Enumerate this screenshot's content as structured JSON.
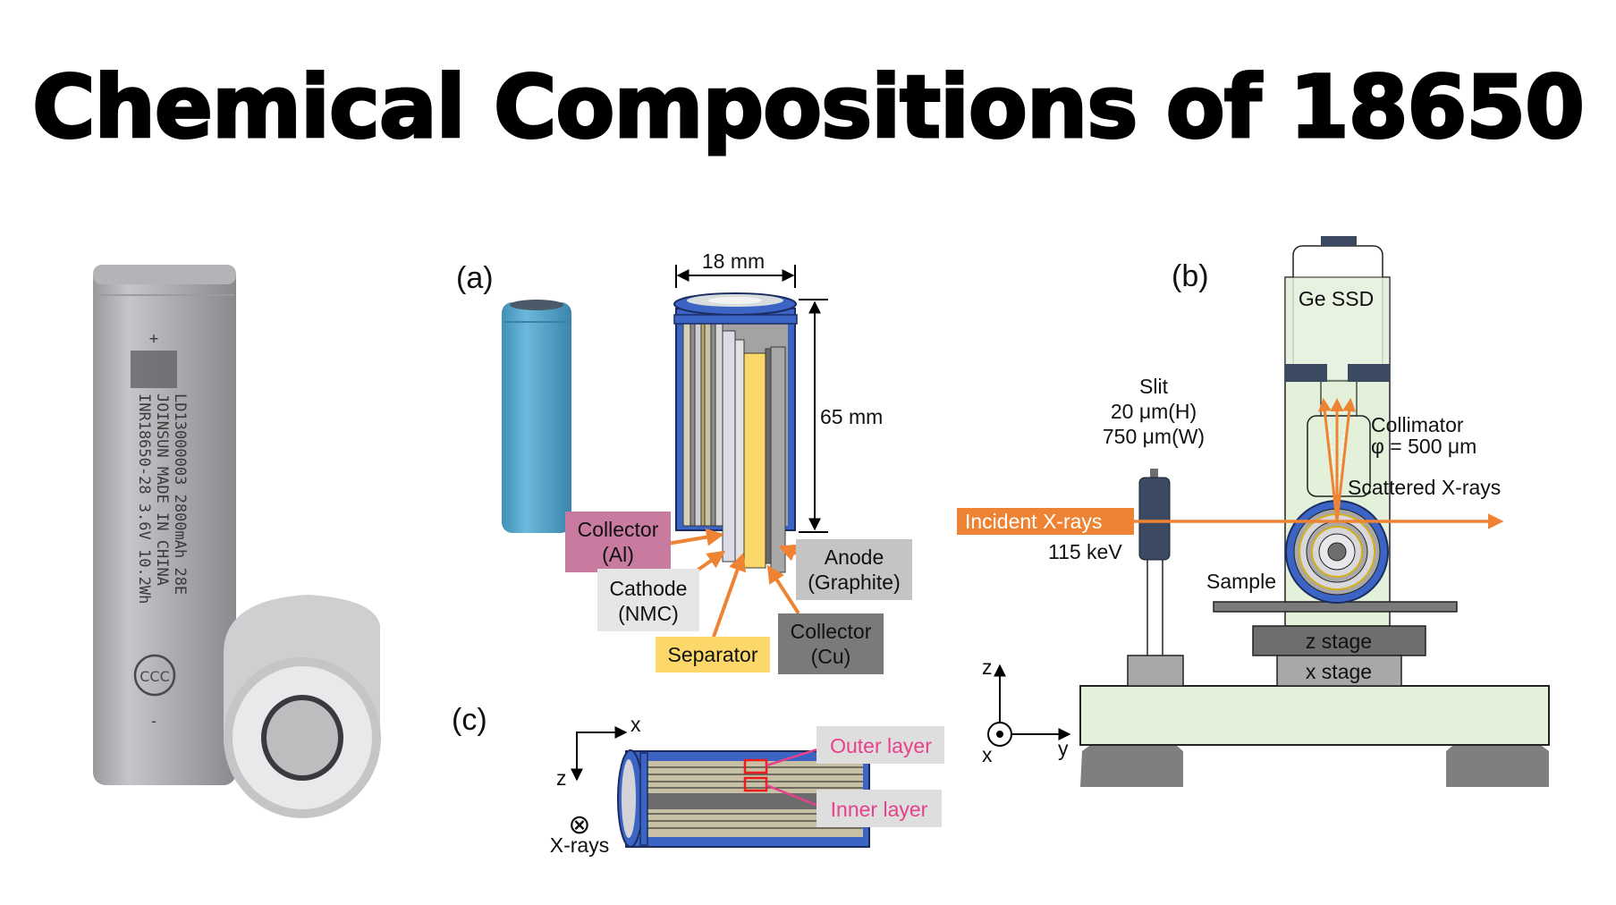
{
  "title": "Chemical Compositions of 18650",
  "photo": {
    "print_lines": [
      "INR18650-28  3.6V 10.2Wh",
      "JOINSUN  MADE IN CHINA",
      "LD13000003 2800mAh 28E"
    ],
    "plus_mark": "+",
    "minus_mark": "-"
  },
  "panel_a": {
    "label": "(a)",
    "width_dim": "18 mm",
    "height_dim": "65 mm",
    "callouts": [
      {
        "line1": "Collector",
        "line2": "(Al)",
        "color": "#c87aa0"
      },
      {
        "line1": "Cathode",
        "line2": "(NMC)",
        "color": "#e6e6e6"
      },
      {
        "line1": "Separator",
        "line2": "",
        "color": "#fcd86a"
      },
      {
        "line1": "Anode",
        "line2": "(Graphite)",
        "color": "#c4c4c4"
      },
      {
        "line1": "Collector",
        "line2": "(Cu)",
        "color": "#7a7a7a"
      }
    ]
  },
  "panel_b": {
    "label": "(b)",
    "detector": "Ge SSD",
    "slit": [
      "Slit",
      "20 μm(H)",
      "750 μm(W)"
    ],
    "collimator": [
      "Collimator",
      "φ = 500 μm"
    ],
    "scattered": "Scattered X-rays",
    "incident": "Incident X-rays",
    "energy": "115 keV",
    "sample": "Sample",
    "z_stage": "z stage",
    "x_stage": "x stage",
    "axes": {
      "z": "z",
      "x": "x",
      "y": "y"
    }
  },
  "panel_c": {
    "label": "(c)",
    "axes": {
      "x": "x",
      "z": "z"
    },
    "xray_symbol": "⊗",
    "xray_label": "X-rays",
    "outer": "Outer layer",
    "inner": "Inner layer"
  },
  "colors": {
    "orange": "#ee8433",
    "blue_casing": "#3b64c4",
    "green_panel": "#e3f0da",
    "slate": "#3b4a60",
    "pink": "#e6418a"
  }
}
